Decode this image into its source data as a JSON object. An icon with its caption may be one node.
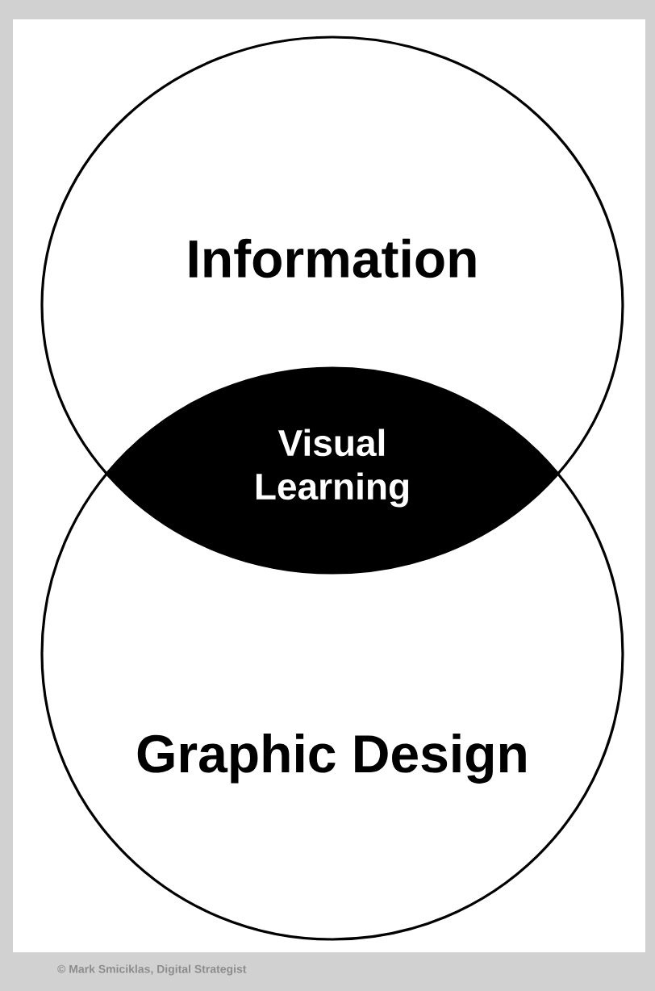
{
  "diagram": {
    "nodes": [
      {
        "text": [
          "Information"
        ]
      },
      {
        "text": [
          "Graphic Design"
        ]
      },
      {
        "text": [
          "Visual Learning"
        ]
      }
    ],
    "labels": [
      "© Mark Smiciklas, Digital Strategist"
    ]
  }
}
